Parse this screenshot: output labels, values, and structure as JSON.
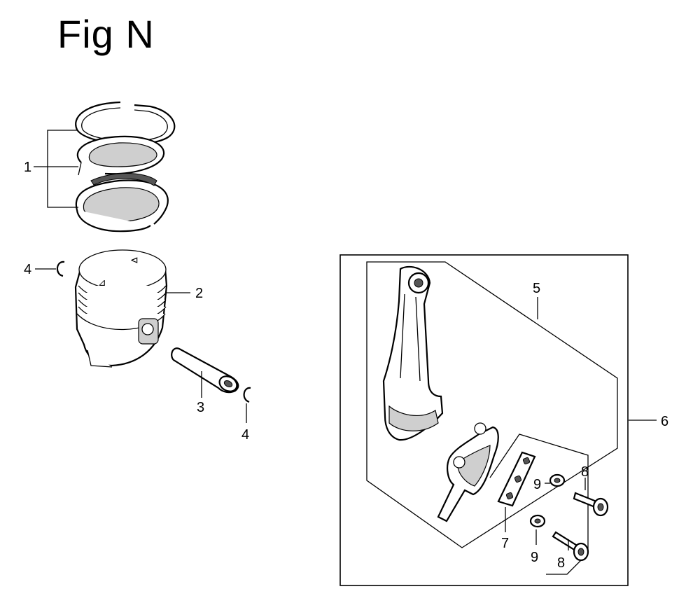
{
  "title": "Fig N",
  "callouts": {
    "c1": "1",
    "c2": "2",
    "c3": "3",
    "c4a": "4",
    "c4b": "4",
    "c5": "5",
    "c6": "6",
    "c7": "7",
    "c8a": "8",
    "c8b": "8",
    "c9a": "9",
    "c9b": "9"
  },
  "parts": {
    "piston_rings": "piston-ring-set",
    "piston": "piston",
    "piston_pin": "piston-pin",
    "circlip": "piston-pin-clip",
    "connecting_rod": "connecting-rod",
    "rod_assembly_kit": "connecting-rod-kit",
    "oil_dipper_cap": "rod-cap",
    "lock_plate": "lock-plate",
    "bolt": "rod-bolt",
    "washer": "washer"
  }
}
